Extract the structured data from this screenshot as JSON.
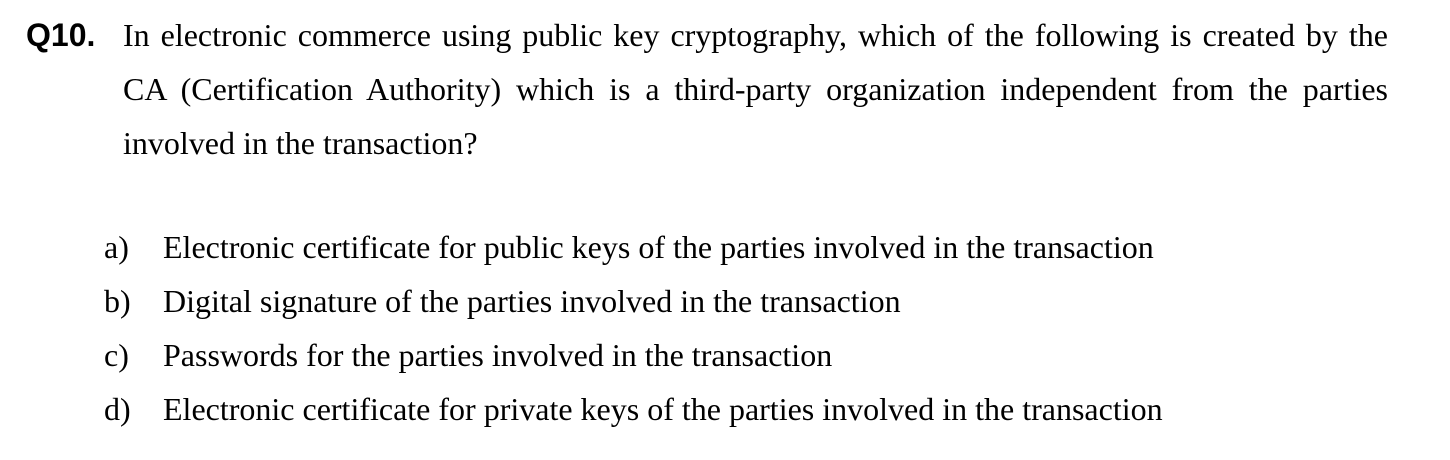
{
  "question": {
    "number": "Q10.",
    "text": "In electronic commerce using public key cryptography, which of the following is created by the CA (Certification Authority) which is a third-party organization independent from the parties involved in the transaction?"
  },
  "options": [
    {
      "letter": "a)",
      "text": "Electronic certificate for public keys of the parties involved in the transaction"
    },
    {
      "letter": "b)",
      "text": "Digital signature of the parties involved in the transaction"
    },
    {
      "letter": "c)",
      "text": "Passwords for the parties involved in the transaction"
    },
    {
      "letter": "d)",
      "text": "Electronic certificate for private keys of the parties involved in the transaction"
    }
  ]
}
